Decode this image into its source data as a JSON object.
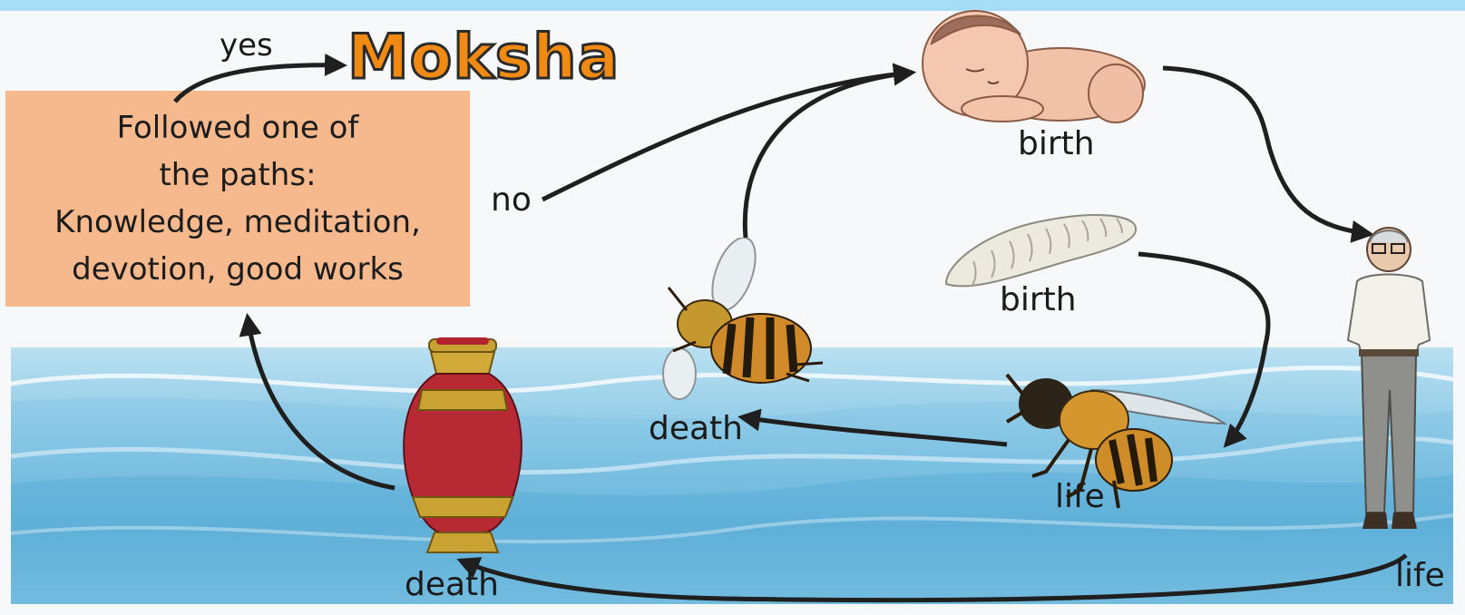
{
  "title": "Moksha",
  "box_text": "Followed one of\nthe paths:\nKnowledge, meditation,\ndevotion, good works",
  "labels": {
    "yes": "yes",
    "no": "no",
    "birth_baby": "birth",
    "birth_larva": "birth",
    "death_bee": "death",
    "life_bee": "life",
    "life_man": "life",
    "death_urn": "death"
  },
  "colors": {
    "title_fill": "#f08a12",
    "box_fill": "#f5b98d",
    "top_bar": "#a7dcf7",
    "arrow": "#1f1f1f"
  },
  "icons": [
    "baby-icon",
    "larva-icon",
    "dead-bee-icon",
    "live-bee-icon",
    "old-man-icon",
    "urn-icon"
  ]
}
